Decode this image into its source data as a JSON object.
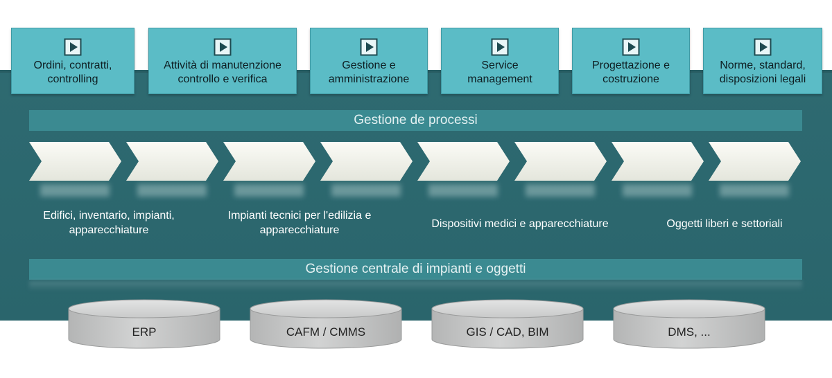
{
  "modules": [
    {
      "line1": "Ordini, contratti,",
      "line2": "controlling",
      "icon": "play-icon"
    },
    {
      "line1": "Attività di manutenzione",
      "line2": "controllo e verifica",
      "icon": "play-icon"
    },
    {
      "line1": "Gestione e",
      "line2": "amministrazione",
      "icon": "play-icon"
    },
    {
      "line1": "Service",
      "line2": "management",
      "icon": "play-icon"
    },
    {
      "line1": "Progettazione e",
      "line2": "costruzione",
      "icon": "play-icon"
    },
    {
      "line1": "Norme, standard,",
      "line2": "disposizioni legali",
      "icon": "play-icon"
    }
  ],
  "process_bar": "Gestione de processi",
  "categories": [
    {
      "line1": "Edifici, inventario, impianti,",
      "line2": "apparecchiature"
    },
    {
      "line1": "Impianti tecnici per l'edilizia e",
      "line2": "apparecchiature"
    },
    {
      "line1": "Dispositivi medici e apparecchiature",
      "line2": ""
    },
    {
      "line1": "Oggetti liberi e settoriali",
      "line2": ""
    }
  ],
  "central_bar": "Gestione centrale di impianti e oggetti",
  "databases": [
    "ERP",
    "CAFM / CMMS",
    "GIS / CAD, BIM",
    "DMS, ..."
  ],
  "colors": {
    "panel": "#2e6a71",
    "module": "#5bbcc6",
    "bar": "#3b8a91",
    "chevron": "#f2f3ec",
    "database": "#c8c9c9"
  }
}
